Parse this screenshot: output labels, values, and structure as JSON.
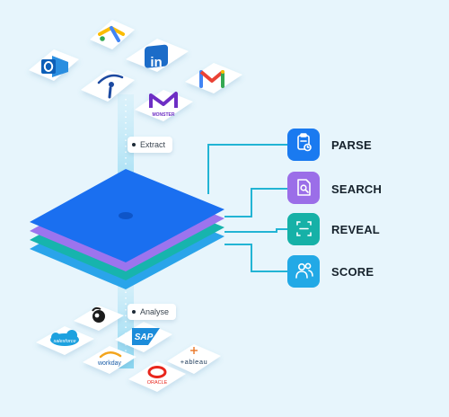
{
  "labels": {
    "extract": "Extract",
    "analyse": "Analyse"
  },
  "source_logos": {
    "monster_text": "MONSTER"
  },
  "destination_logos": {
    "salesforce_text": "salesforce",
    "sap_text": "SAP",
    "workday_text": "workday",
    "tableau_text": "+ableau",
    "oracle_text": "ORACLE"
  },
  "features": [
    {
      "label": "PARSE",
      "icon": "clipboard-clock-icon",
      "color": "#1a7af0"
    },
    {
      "label": "SEARCH",
      "icon": "document-search-icon",
      "color": "#9b6ee8"
    },
    {
      "label": "REVEAL",
      "icon": "scan-frame-icon",
      "color": "#16b1a7"
    },
    {
      "label": "SCORE",
      "icon": "users-icon",
      "color": "#22a9e6"
    }
  ],
  "colors": {
    "background": "#e7f5fc",
    "layer_top": "#1a6ff0",
    "layer_purple": "#9c74ee",
    "layer_teal": "#17b4ad",
    "layer_blue": "#2aa4ea",
    "connector": "#22b4d4"
  }
}
